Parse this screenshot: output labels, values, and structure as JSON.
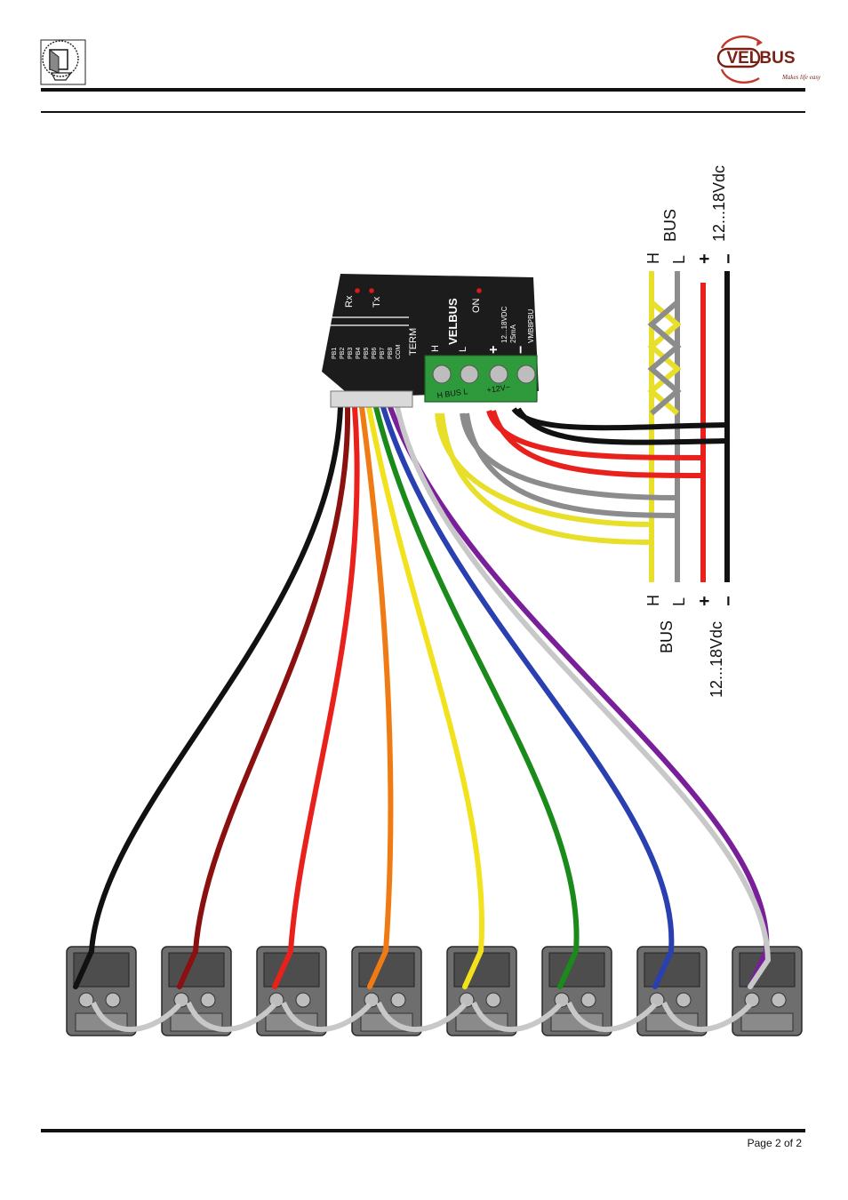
{
  "header": {
    "brand_name": "VELBUS",
    "brand_tagline": "Makes life easy"
  },
  "module": {
    "leds": [
      "Rx",
      "Tx",
      "ON"
    ],
    "term_label": "TERM",
    "brand_label": "VELBUS",
    "inputs": [
      "PB1",
      "PB2",
      "PB3",
      "PB4",
      "PB5",
      "PB6",
      "PB7",
      "PB8",
      "COM"
    ],
    "bus_h": "H",
    "bus_l": "L",
    "plus": "+",
    "minus": "−",
    "power_spec": "12...18VDC",
    "current_spec": "25mA",
    "model": "VMB8PBU",
    "terminal_label_bus": "H BUS L",
    "terminal_label_power": "+12V−"
  },
  "connections_top": {
    "h": "H",
    "l": "L",
    "plus": "+",
    "minus": "−",
    "bus": "BUS",
    "power": "12...18Vdc"
  },
  "connections_bottom": {
    "h": "H",
    "l": "L",
    "plus": "+",
    "minus": "−",
    "bus": "BUS",
    "power": "12...18Vdc"
  },
  "wire_colors": {
    "pb1": "#111111",
    "pb2": "#8b1010",
    "pb3": "#e8211c",
    "pb4": "#f07a14",
    "pb5": "#f2e21e",
    "pb6": "#1a8a1a",
    "pb7": "#2a3fb0",
    "pb8": "#7a1f9a",
    "com": "#c8c8c8",
    "bus_h": "#e8df2a",
    "bus_l": "#8c8c8c",
    "plus": "#e8211c",
    "minus": "#111111"
  },
  "buttons_count": 8,
  "footer": {
    "page": "Page 2 of 2"
  }
}
